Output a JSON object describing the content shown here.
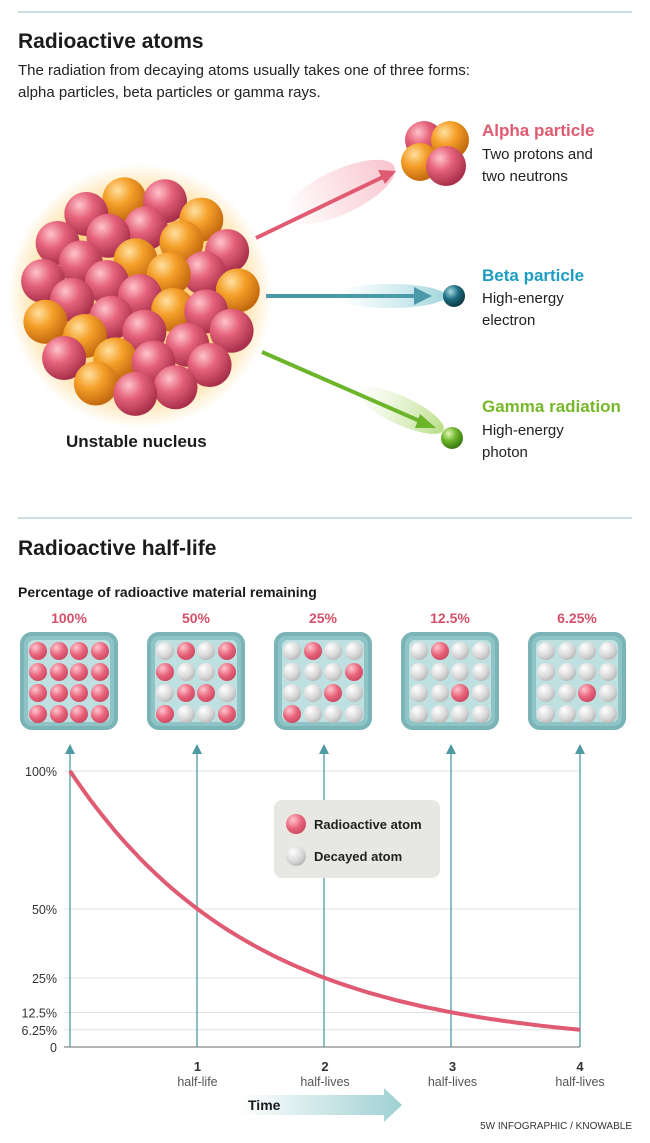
{
  "section1": {
    "title": "Radioactive atoms",
    "subtitle_line1": "The radiation from decaying atoms usually takes one of three forms:",
    "subtitle_line2": "alpha particles, beta particles or gamma rays.",
    "nucleus_label": "Unstable nucleus",
    "particles": [
      {
        "title": "Alpha particle",
        "desc1": "Two protons and",
        "desc2": "two neutrons",
        "color": "#e05a72"
      },
      {
        "title": "Beta particle",
        "desc1": "High-energy",
        "desc2": "electron",
        "color": "#1d9dc4"
      },
      {
        "title": "Gamma radiation",
        "desc1": "High-energy",
        "desc2": "photon",
        "color": "#76b82a"
      }
    ]
  },
  "section2": {
    "title": "Radioactive half-life",
    "chart_heading": "Percentage of radioactive material remaining",
    "boxes": [
      {
        "label": "100%",
        "red_count": 16
      },
      {
        "label": "50%",
        "red_count": 8
      },
      {
        "label": "25%",
        "red_count": 4
      },
      {
        "label": "12.5%",
        "red_count": 2
      },
      {
        "label": "6.25%",
        "red_count": 1
      }
    ],
    "legend": {
      "radioactive": "Radioactive atom",
      "decayed": "Decayed atom"
    },
    "x_axis_label": "Time",
    "credit": "5W INFOGRAPHIC / KNOWABLE"
  },
  "chart_data": {
    "type": "line",
    "x": [
      0,
      1,
      2,
      3,
      4
    ],
    "y": [
      100,
      50,
      25,
      12.5,
      6.25
    ],
    "xlabel": "Time",
    "ylabel": "",
    "y_ticks": [
      "100%",
      "50%",
      "25%",
      "12.5%",
      "6.25%",
      "0"
    ],
    "y_tick_values": [
      100,
      50,
      25,
      12.5,
      6.25,
      0
    ],
    "x_ticks": [
      {
        "num": "1",
        "unit": "half-life"
      },
      {
        "num": "2",
        "unit": "half-lives"
      },
      {
        "num": "3",
        "unit": "half-lives"
      },
      {
        "num": "4",
        "unit": "half-lives"
      }
    ],
    "xlim": [
      0,
      4
    ],
    "ylim": [
      0,
      100
    ],
    "line_color": "#e05a72"
  }
}
